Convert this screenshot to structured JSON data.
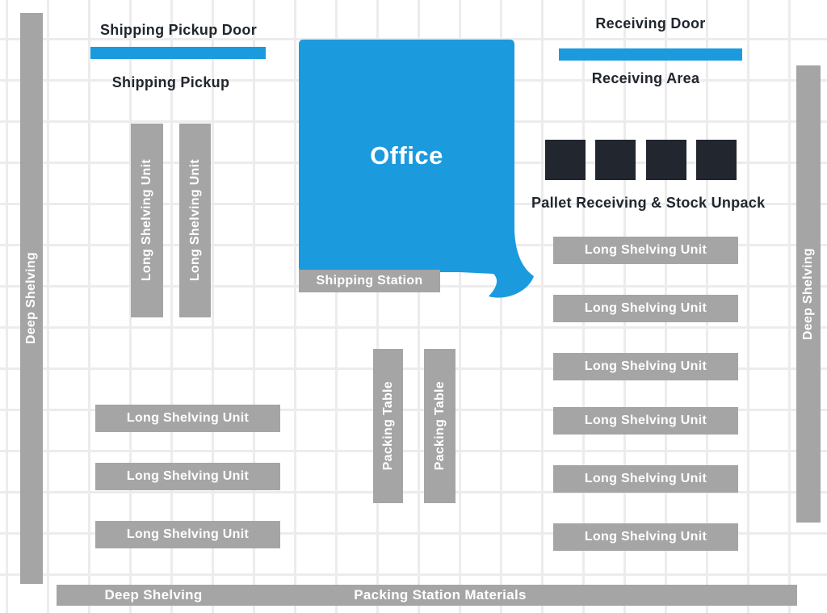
{
  "colors": {
    "accent_blue": "#1B9ADE",
    "shelf_gray": "#A5A5A5",
    "pallet_dark": "#22262E",
    "label_dark": "#21262E",
    "grid_line": "#ECECEC",
    "background": "#FFFFFF"
  },
  "shipping": {
    "door_label": "Shipping Pickup Door",
    "area_label": "Shipping Pickup",
    "station_label": "Shipping Station"
  },
  "receiving": {
    "door_label": "Receiving Door",
    "area_label": "Receiving Area",
    "pallet_label": "Pallet Receiving & Stock Unpack",
    "pallet_count": 4
  },
  "office": {
    "label": "Office"
  },
  "shelving": {
    "deep_left_label": "Deep Shelving",
    "deep_right_label": "Deep Shelving",
    "deep_bottom_label": "Deep Shelving",
    "packing_materials_label": "Packing Station Materials",
    "long_unit_label": "Long Shelving Unit",
    "packing_table_label": "Packing Table",
    "left_vertical_unit_count": 2,
    "left_row_count": 3,
    "right_row_count": 6,
    "packing_table_count": 2
  }
}
